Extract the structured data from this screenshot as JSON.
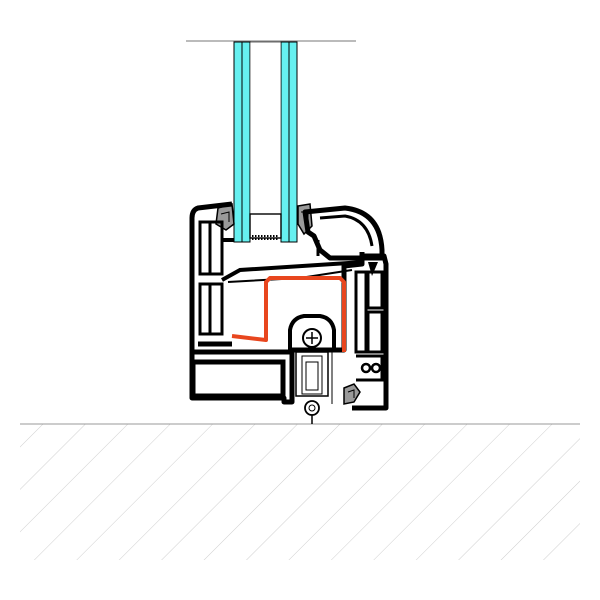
{
  "diagram": {
    "subject": "window-frame-cross-section",
    "components": [
      {
        "name": "double-glazing-unit",
        "color": "#66f0f0"
      },
      {
        "name": "spacer-bar",
        "color": "#ffffff"
      },
      {
        "name": "glazing-gasket",
        "color": "#9a9a9a"
      },
      {
        "name": "glazing-bead",
        "color": "#000000"
      },
      {
        "name": "sash-profile",
        "color": "#000000"
      },
      {
        "name": "steel-reinforcement",
        "color": "#e8461e"
      },
      {
        "name": "hardware-rail",
        "color": "#000000"
      },
      {
        "name": "frame-seal",
        "color": "#9a9a9a"
      },
      {
        "name": "wall-sill-hatched",
        "color": "#cccccc"
      }
    ]
  }
}
